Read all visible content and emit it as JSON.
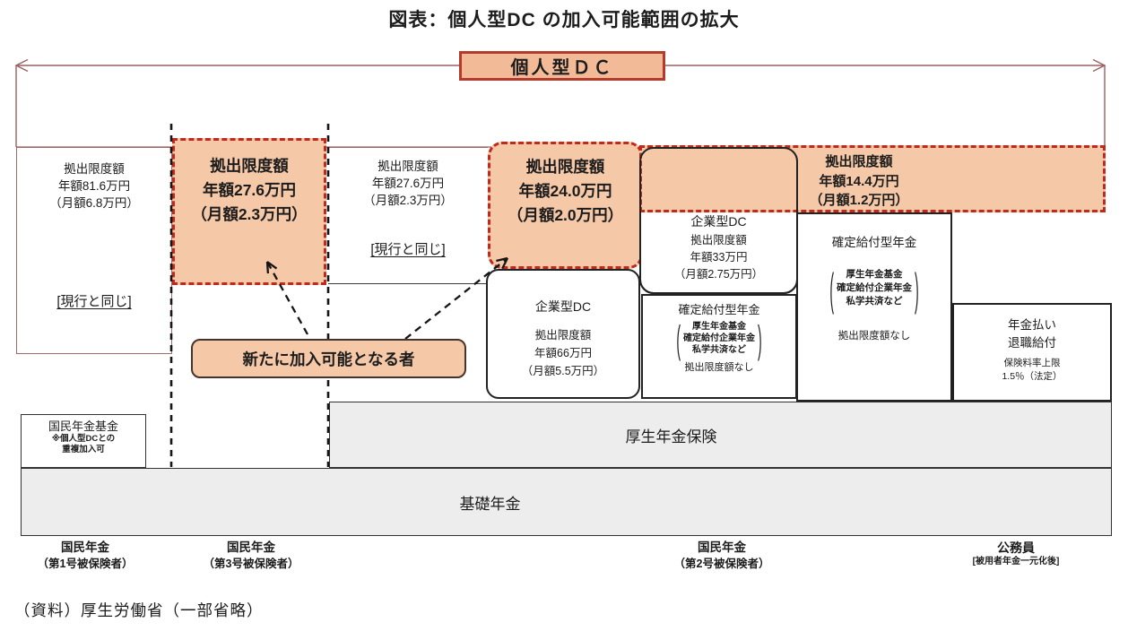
{
  "title": "図表：個人型DC の加入可能範囲の拡大",
  "header": {
    "label": "個人型ＤＣ"
  },
  "callout": {
    "label": "新たに加入可能となる者"
  },
  "glyphs": {
    "paren_open": "(",
    "paren_close": ")"
  },
  "limit_boxes": {
    "self_employed": {
      "line1": "拠出限度額",
      "line2": "年額81.6万円",
      "line3": "（月額6.8万円）",
      "note": "[現行と同じ]"
    },
    "spouse_new": {
      "line1": "拠出限度額",
      "line2": "年額27.6万円",
      "line3": "（月額2.3万円）"
    },
    "employee_no_pension": {
      "line1": "拠出限度額",
      "line2": "年額27.6万円",
      "line3": "（月額2.3万円）",
      "note": "[現行と同じ]"
    },
    "employee_dc_new": {
      "line1": "拠出限度額",
      "line2": "年額24.0万円",
      "line3": "（月額2.0万円）"
    },
    "employee_db_new": {
      "line1": "拠出限度額",
      "line2": "年額14.4万円",
      "line3": "（月額1.2万円）"
    }
  },
  "pension_boxes": {
    "corp_dc_33": {
      "title": "企業型DC",
      "line1": "拠出限度額",
      "line2": "年額33万円",
      "line3": "（月額2.75万円）"
    },
    "corp_dc_66": {
      "title": "企業型DC",
      "line1": "拠出限度額",
      "line2": "年額66万円",
      "line3": "（月額5.5万円）"
    },
    "db_mid": {
      "title": "確定給付型年金",
      "paren1": "厚生年金基金",
      "paren2": "確定給付企業年金",
      "paren3": "私学共済など",
      "note": "拠出限度額なし"
    },
    "db_right": {
      "title": "確定給付型年金",
      "paren1": "厚生年金基金",
      "paren2": "確定給付企業年金",
      "paren3": "私学共済など",
      "note": "拠出限度額なし"
    },
    "retirement": {
      "line1": "年金払い",
      "line2": "退職給付",
      "sub1": "保険料率上限",
      "sub2": "1.5％（法定）"
    },
    "kokumin_kikin": {
      "title": "国民年金基金",
      "sub1": "※個人型DCとの",
      "sub2": "重複加入可"
    }
  },
  "bands": {
    "kosei": "厚生年金保険",
    "kiso": "基礎年金"
  },
  "footer": {
    "groups": [
      {
        "line1": "国民年金",
        "line2": "（第1号被保険者）"
      },
      {
        "line1": "国民年金",
        "line2": "（第3号被保険者）"
      },
      {
        "line1": "国民年金",
        "line2": "（第2号被保険者）"
      },
      {
        "line1": "公務員",
        "line2": "[被用者年金一元化後]"
      }
    ],
    "source": "（資料）厚生労働省（一部省略）"
  },
  "colors": {
    "peach": "#f5c8a7",
    "dash_red": "#c02a1e",
    "line_red": "#9a6161",
    "band_gray": "#ededed",
    "header_border": "#b43b2c"
  }
}
